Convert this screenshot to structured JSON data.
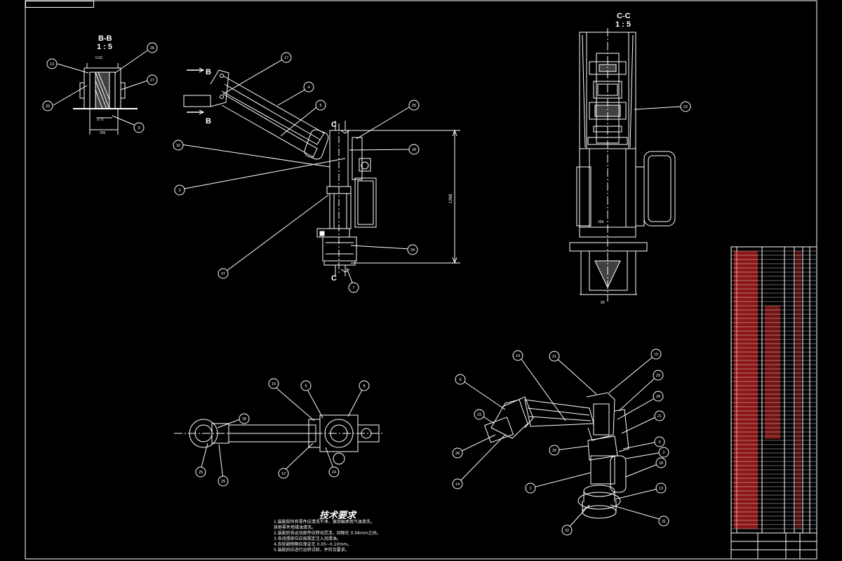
{
  "sheet": {
    "title_tag": "",
    "stamp_lines": [
      "",
      "",
      ""
    ]
  },
  "views": {
    "bb": {
      "title": "B-B",
      "scale": "1 : 5",
      "dims": [
        "0.63",
        "0.71",
        "205"
      ]
    },
    "cc": {
      "title": "C-C",
      "scale": "1 : 5",
      "dims": [
        "205",
        "90"
      ]
    },
    "main": {
      "section_marks": [
        "B",
        "B",
        "C",
        "C"
      ],
      "height_dim": "1268"
    }
  },
  "balloons": {
    "bb": [
      "13",
      "36",
      "27",
      "26",
      "9"
    ],
    "main": [
      "17",
      "4",
      "5",
      "25",
      "16",
      "28",
      "3",
      "37",
      "34",
      "7"
    ],
    "cc": [
      "22"
    ],
    "plan": [
      "16",
      "5",
      "8",
      "28",
      "25",
      "29",
      "12",
      "24"
    ],
    "iso": [
      "19",
      "21",
      "15",
      "6",
      "29",
      "23",
      "28",
      "20",
      "21",
      "28",
      "3",
      "2",
      "18",
      "14",
      "1",
      "13",
      "32",
      "31"
    ]
  },
  "tech_req": {
    "title": "技术要求",
    "lines": [
      "1.装配前所有零件应清洗干净，滚动轴承用汽油清洗，",
      "  其他零件用煤油清洗。",
      "2.装配后各运动部件应转动灵活，间隙在 0.04mm之间。",
      "3.各润滑部位应按规定注入润滑油。",
      "4.齿轮副侧隙应保证在 0.05~0.10mm。",
      "5.装配后应进行运转试验，并符合要求。"
    ]
  },
  "colors": {
    "line": "#ffffff",
    "accent": "#ff2a2a",
    "background": "#000000"
  }
}
